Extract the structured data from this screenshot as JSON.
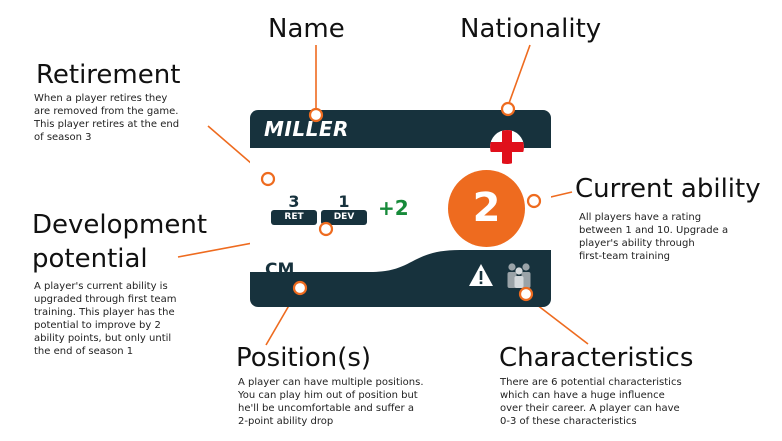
{
  "card": {
    "name": "MILLER",
    "retire_value": "3",
    "retire_tag": "RET",
    "dev_value": "1",
    "dev_tag": "DEV",
    "dev_bonus": "+2",
    "ability": "2",
    "position": "CM",
    "icons": [
      "england-flag-icon",
      "warning-icon",
      "people-icon"
    ],
    "colors": {
      "navy": "#17323d",
      "orange": "#ee6b1f",
      "green": "#178a3a",
      "red": "#e0101b"
    }
  },
  "callouts": {
    "name": {
      "title": "Name"
    },
    "nationality": {
      "title": "Nationality"
    },
    "retirement": {
      "title": "Retirement",
      "lines": [
        "When a player retires they",
        "are removed from the game.",
        "This player retires at the end",
        "of season 3"
      ]
    },
    "development": {
      "title_line1": "Development",
      "title_line2": "potential",
      "lines": [
        "A player's current ability is",
        "upgraded through first team",
        "training. This player has the",
        "potential to improve by 2",
        "ability points, but only until",
        "the end of season 1"
      ]
    },
    "current_ability": {
      "title": "Current ability",
      "lines": [
        "All players have a rating",
        "between 1 and 10. Upgrade a",
        "player's ability through",
        "first-team training"
      ]
    },
    "position": {
      "title": "Position(s)",
      "lines": [
        "A player can have multiple positions.",
        "You can play him out of position but",
        "he'll be uncomfortable and suffer a",
        "2-point ability drop"
      ]
    },
    "characteristics": {
      "title": "Characteristics",
      "lines": [
        "There are 6 potential characteristics",
        "which can have a huge influence",
        "over their career. A player can have",
        "0-3 of these characteristics"
      ]
    }
  }
}
